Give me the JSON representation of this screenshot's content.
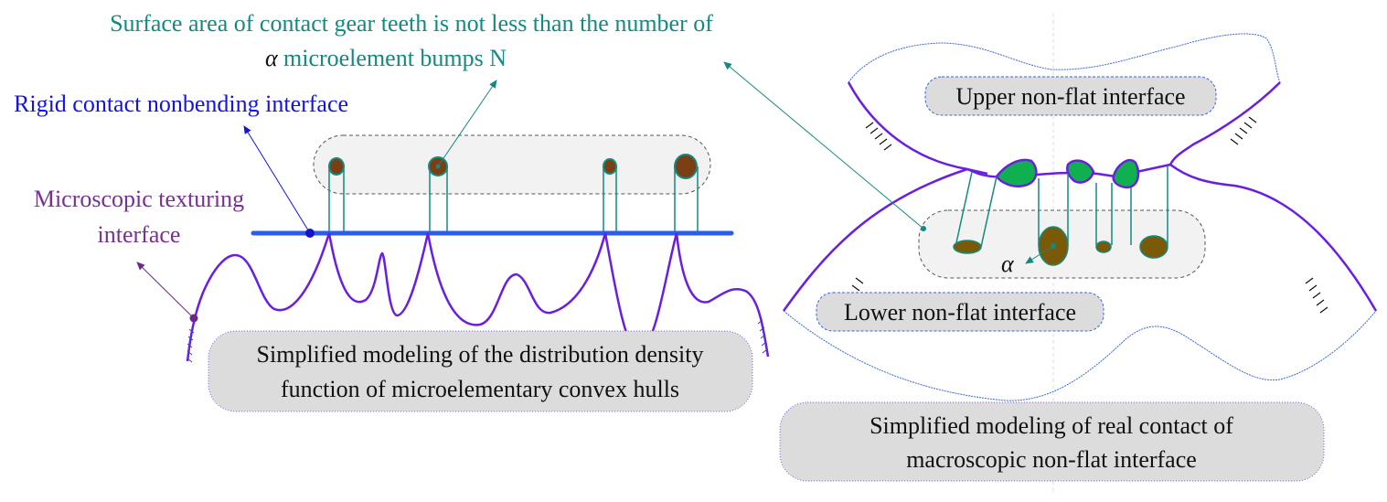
{
  "left_panel": {
    "title_line1": "Surface area of contact gear teeth is not less than the number of",
    "title_alpha": "α",
    "title_line2": "microelement bumps N",
    "rigid_label": "Rigid contact nonbending interface",
    "texturing_label_line1": "Microscopic texturing",
    "texturing_label_line2": "interface",
    "caption_line1": "Simplified modeling of the distribution density",
    "caption_line2": "function of microelementary convex hulls"
  },
  "right_panel": {
    "upper_label": "Upper non-flat interface",
    "lower_label": "Lower non-flat interface",
    "alpha_label": "α",
    "caption_line1": "Simplified modeling of real contact of",
    "caption_line2": "macroscopic non-flat interface"
  },
  "colors": {
    "teal": "#138a80",
    "blue": "#1414e0",
    "purple": "#6a1fe0",
    "bump_brown": "#7a3f12",
    "contact_green": "#10b050",
    "caption_fill": "#dcdcdc"
  }
}
